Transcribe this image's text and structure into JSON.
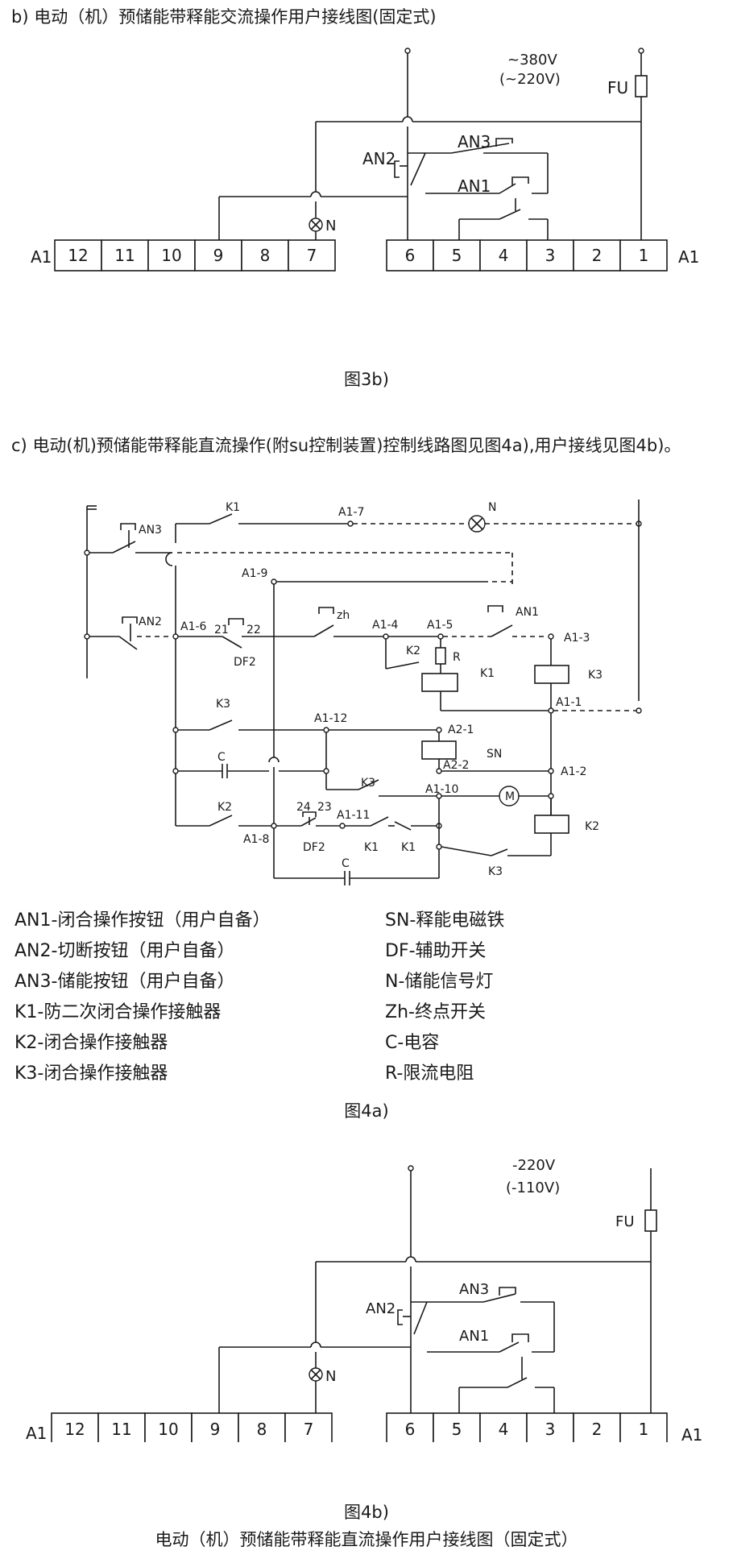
{
  "section_b": {
    "heading": "b) 电动（机）预储能带释能交流操作用户接线图(固定式)",
    "voltage_line1": "~380V",
    "voltage_line2": "(~220V)",
    "caption": "图3b)"
  },
  "section_c": {
    "heading": "c) 电动(机)预储能带释能直流操作(附su控制装置)控制线路图见图4a),用户接线见图4b)。",
    "caption_4a": "图4a)",
    "legend_left": [
      "AN1-闭合操作按钮（用户自备）",
      "AN2-切断按钮（用户自备）",
      "AN3-储能按钮（用户自备）",
      "K1-防二次闭合操作接触器",
      "K2-闭合操作接触器",
      "K3-闭合操作接触器"
    ],
    "legend_right": [
      "SN-释能电磁铁",
      "DF-辅助开关",
      "N-储能信号灯",
      "Zh-终点开关",
      "C-电容",
      "R-限流电阻"
    ]
  },
  "section_4b": {
    "voltage_line1": "-220V",
    "voltage_line2": "(-110V)",
    "caption": "图4b)",
    "subcaption": "电动（机）预储能带释能直流操作用户接线图（固定式）"
  },
  "terminal_block": {
    "prefix": "A1",
    "left_cells": [
      "12",
      "11",
      "10",
      "9",
      "8",
      "7"
    ],
    "right_cells": [
      "6",
      "5",
      "4",
      "3",
      "2",
      "1"
    ],
    "suffix": "A1"
  },
  "labels": {
    "fu": "FU",
    "an1": "AN1",
    "an2": "AN2",
    "an3": "AN3",
    "n": "N",
    "k1": "K1",
    "k2": "K2",
    "k3": "K3",
    "sn": "SN",
    "zh": "zh",
    "r": "R",
    "c": "C",
    "m": "M",
    "df2": "DF2",
    "a1_1": "A1-1",
    "a1_2": "A1-2",
    "a1_3": "A1-3",
    "a1_4": "A1-4",
    "a1_5": "A1-5",
    "a1_6": "A1-6",
    "a1_7": "A1-7",
    "a1_8": "A1-8",
    "a1_9": "A1-9",
    "a1_10": "A1-10",
    "a1_11": "A1-11",
    "a1_12": "A1-12",
    "a2_1": "A2-1",
    "a2_2": "A2-2",
    "n21": "21",
    "n22": "22",
    "n24": "24",
    "n23": "23"
  }
}
